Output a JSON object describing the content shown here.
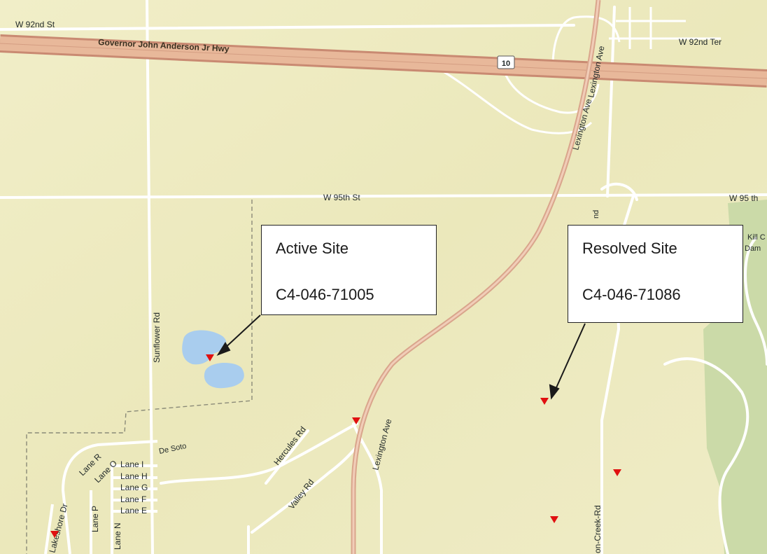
{
  "map": {
    "colors": {
      "land": "#eeebc0",
      "highway_fill": "#e8b89a",
      "highway_edge": "#c98a72",
      "road": "#ffffff",
      "water": "#a9cdee",
      "park": "#c9d9a6",
      "marker": "#e01010"
    },
    "roads": {
      "w92nd_st": "W 92nd St",
      "governor_hwy": "Governor John Anderson Jr Hwy",
      "k10_shield": "10",
      "w92nd_ter": "W 92nd Ter",
      "lexington_ave_1": "Lexington Ave",
      "lexington_ave_2": "Lexington Ave",
      "lexington_ave_3": "Lexington Ave",
      "w95th_st": "W 95th St",
      "w95th_right": "W 95 th",
      "sunflower_rd": "Sunflower Rd",
      "de_soto": "De Soto",
      "hercules_rd": "Hercules Rd",
      "valley_rd": "Valley Rd",
      "lakeshore_dr": "Lakeshore Dr",
      "lane_r": "Lane R",
      "lane_o": "Lane O",
      "lane_i": "Lane I",
      "lane_h": "Lane H",
      "lane_g": "Lane G",
      "lane_f": "Lane F",
      "lane_e": "Lane E",
      "lane_p": "Lane P",
      "lane_n": "Lane N",
      "creek_rd": "on-Creek-Rd",
      "kill_creek_park": "Kill C",
      "park_partial": "Dam",
      "nd_partial": "nd"
    },
    "callouts": {
      "active": {
        "title": "Active Site",
        "code": "C4-046-71005"
      },
      "resolved": {
        "title": "Resolved Site",
        "code": "C4-046-71086"
      }
    }
  }
}
